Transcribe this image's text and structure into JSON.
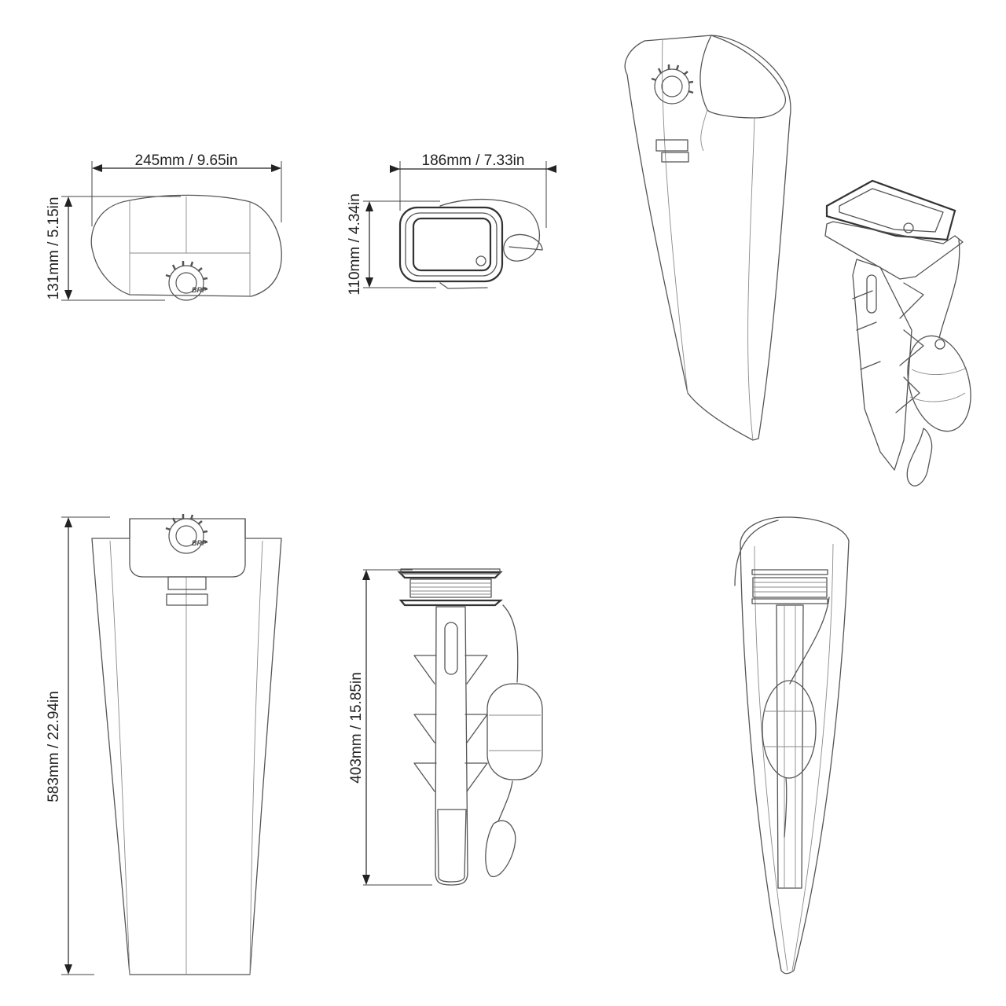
{
  "dimensions": {
    "top_view_width": "245mm / 9.65in",
    "top_view_height": "131mm / 5.15in",
    "anchor_top_width": "186mm / 7.33in",
    "anchor_top_height": "110mm / 4.34in",
    "total_height": "583mm / 22.94in",
    "anchor_height": "403mm / 15.85in"
  },
  "logo_text": "BRP",
  "colors": {
    "line": "#555555",
    "dimension": "#222222",
    "background": "#ffffff"
  }
}
